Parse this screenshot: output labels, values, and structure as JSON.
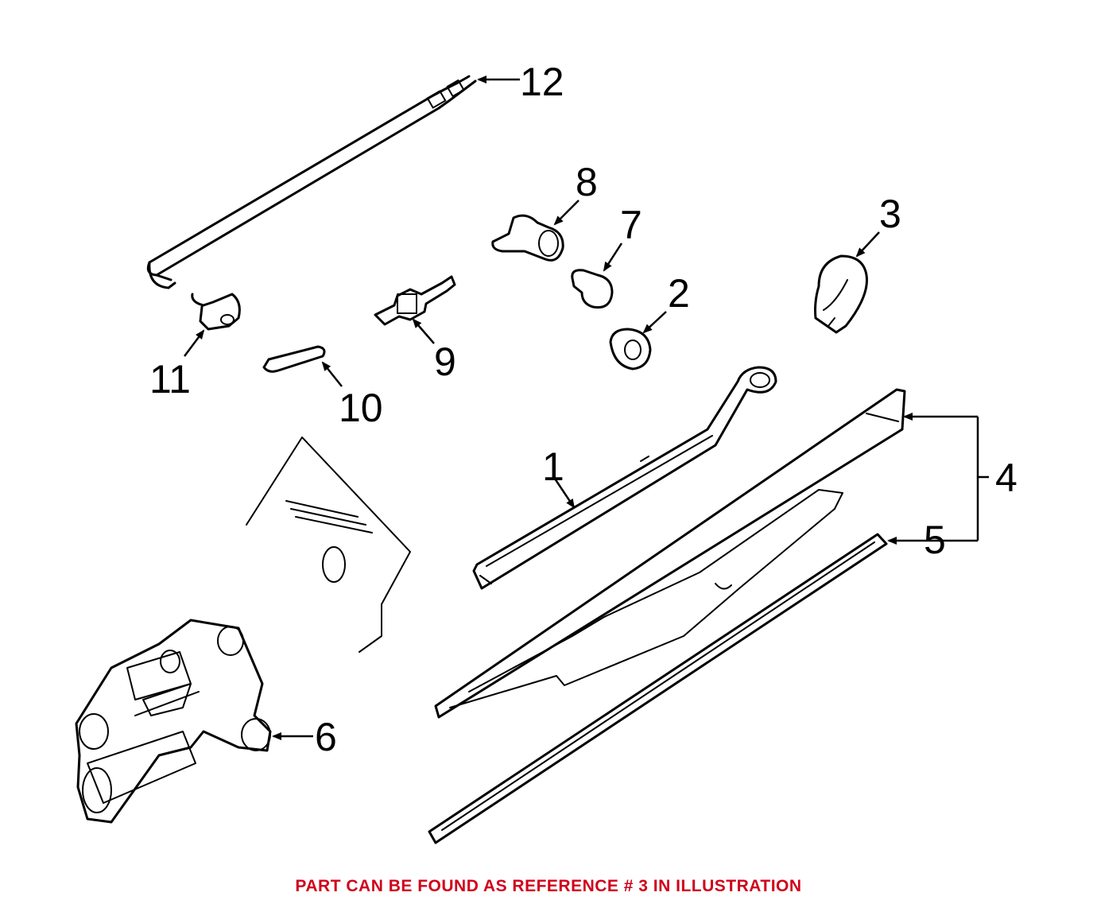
{
  "callouts": {
    "c1": "1",
    "c2": "2",
    "c3": "3",
    "c4": "4",
    "c5": "5",
    "c6": "6",
    "c7": "7",
    "c8": "8",
    "c9": "9",
    "c10": "10",
    "c11": "11",
    "c12": "12"
  },
  "footer": {
    "note": "PART CAN BE FOUND AS REFERENCE # 3 IN ILLUSTRATION",
    "color": "#d0021b"
  },
  "colors": {
    "line": "#000000",
    "background": "#ffffff"
  }
}
